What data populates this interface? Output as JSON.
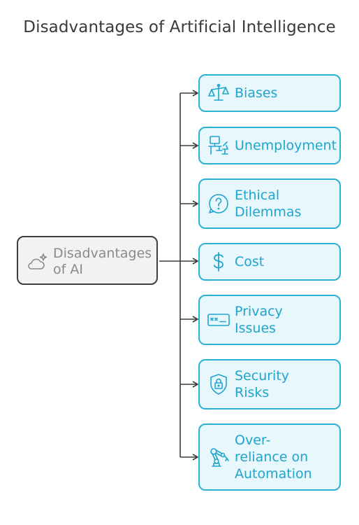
{
  "title": "Disadvantages of Artificial Intelligence",
  "root": {
    "label": "Disadvantages\nof AI",
    "icon": "cloud-sparkle-icon"
  },
  "items": [
    {
      "label": "Biases",
      "icon": "scale-icon"
    },
    {
      "label": "Unemployment",
      "icon": "computer-desk-icon"
    },
    {
      "label": "Ethical\nDilemmas",
      "icon": "question-bubble-icon"
    },
    {
      "label": "Cost",
      "icon": "dollar-icon"
    },
    {
      "label": "Privacy\nIssues",
      "icon": "password-field-icon"
    },
    {
      "label": "Security\nRisks",
      "icon": "shield-lock-icon"
    },
    {
      "label": "Over-\nreliance on\nAutomation",
      "icon": "robot-arm-icon"
    }
  ],
  "colors": {
    "node_border": "#2ab1d6",
    "node_fill": "#e8f7fc",
    "node_text": "#1ea5cf",
    "root_border": "#3d3d3d",
    "root_fill": "#f2f2f2",
    "root_text": "#8a8a8a",
    "connector": "#3d3d3d"
  }
}
